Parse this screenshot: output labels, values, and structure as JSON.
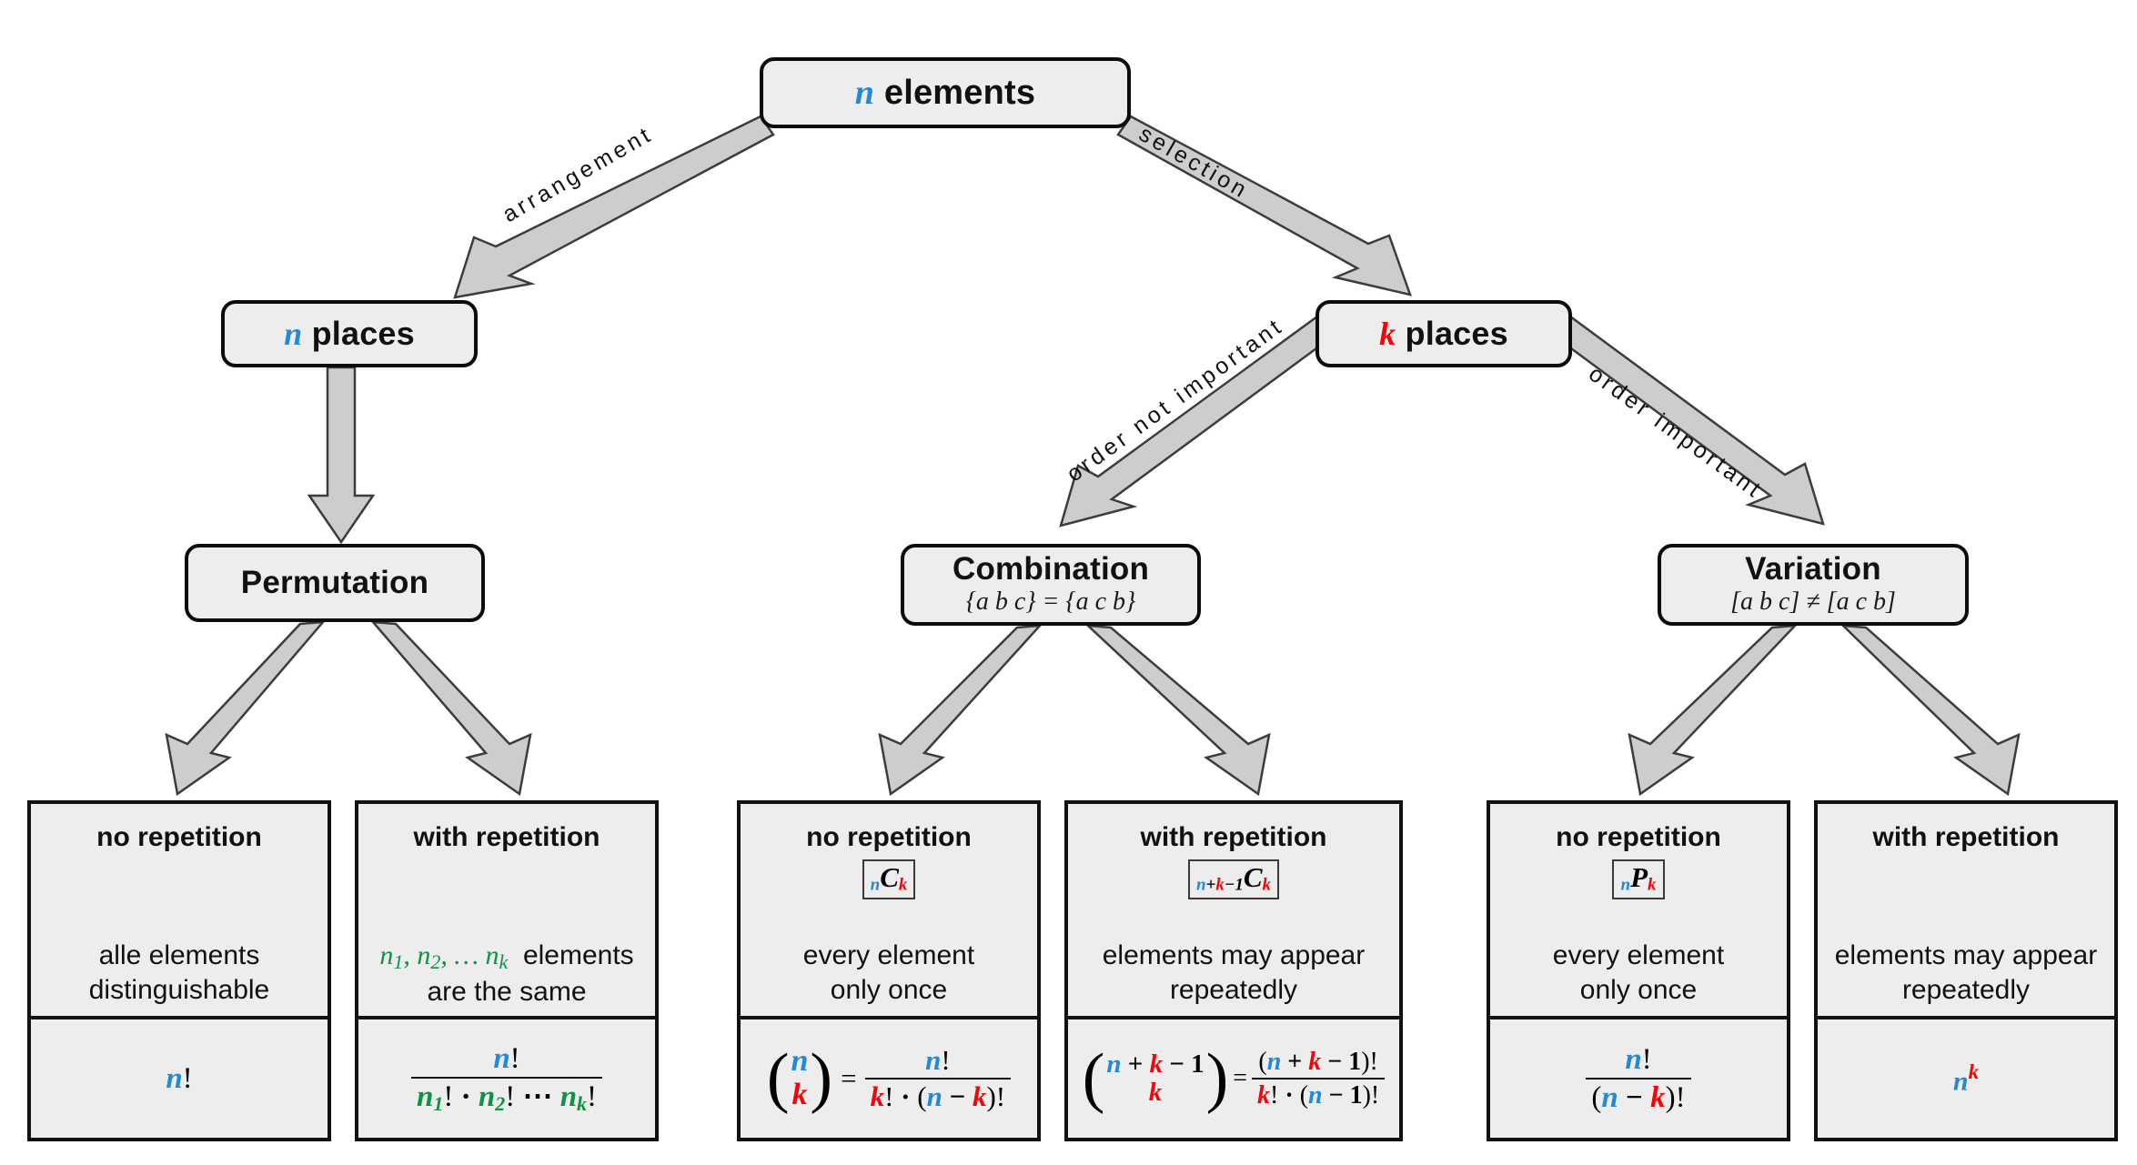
{
  "diagram": {
    "title": "Combinatorics decision tree",
    "colors": {
      "n": "#2389d6",
      "k": "#fb0007",
      "n_sub": "#0b9444",
      "node_fill": "#ededed",
      "arrow_fill": "#cdcdcd"
    }
  },
  "nodes": {
    "root": {
      "var": "n",
      "label": " elements"
    },
    "nplaces": {
      "var": "n",
      "label": " places"
    },
    "kplaces": {
      "var": "k",
      "label": " places"
    },
    "permutation": {
      "title": "Permutation",
      "sub": ""
    },
    "combination": {
      "title": "Combination",
      "sub": "{a b c} = {a c b}"
    },
    "variation": {
      "title": "Variation",
      "sub": "[a b c] ≠ [a c b]"
    }
  },
  "edges": {
    "arrangement": "arrangement",
    "selection": "selection",
    "order_not_important": "order not important",
    "order_important": "order important"
  },
  "leaves": [
    {
      "title": "no repetition",
      "badge": "",
      "desc": "alle elements\ndistinguishable",
      "formula": "n!"
    },
    {
      "title": "with repetition",
      "badge": "",
      "desc": "n1, n2, ... nk elements\nare the same",
      "formula": "n! / (n1! · n2! ⋯ nk!)"
    },
    {
      "title": "no repetition",
      "badge": "nCk",
      "desc": "every element\nonly once",
      "formula": "(n choose k) = n! / (k! · (n − k)!)"
    },
    {
      "title": "with repetition",
      "badge": "n+k−1Ck",
      "desc": "elements may appear\nrepeatedly",
      "formula": "(n+k−1 choose k) = (n + k − 1)! / (k! · (n − 1)!)"
    },
    {
      "title": "no repetition",
      "badge": "nPk",
      "desc": "every element\nonly once",
      "formula": "n! / (n − k)!"
    },
    {
      "title": "with repetition",
      "badge": "",
      "desc": "elements may appear\nrepeatedly",
      "formula": "n^k"
    }
  ],
  "leaf_desc_lines": [
    [
      "alle elements",
      "distinguishable"
    ],
    [
      "n1, n2, ... nk elements",
      "are the same"
    ],
    [
      "every element",
      "only once"
    ],
    [
      "elements may appear",
      "repeatedly"
    ],
    [
      "every element",
      "only once"
    ],
    [
      "elements may appear",
      "repeatedly"
    ]
  ]
}
